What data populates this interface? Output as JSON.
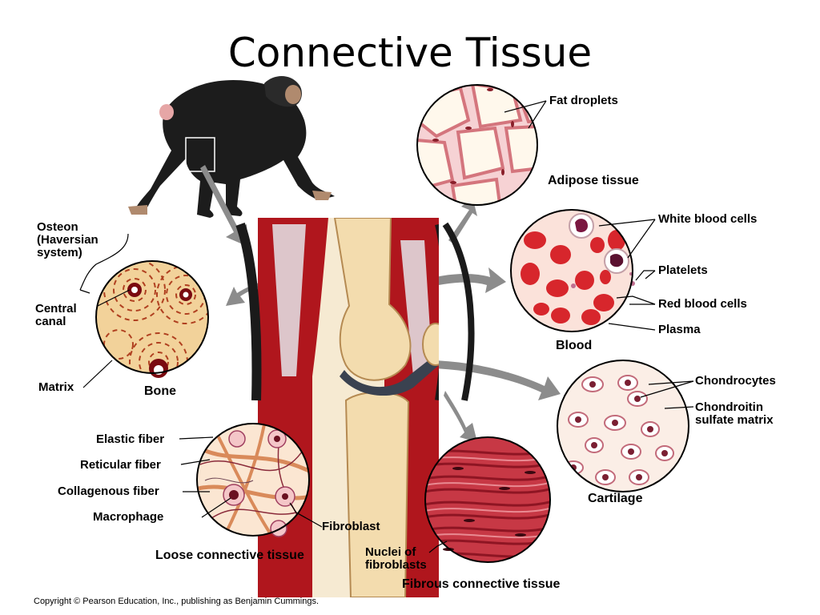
{
  "title": "Connective Tissue",
  "labels": {
    "fat_droplets": "Fat droplets",
    "adipose_tissue": "Adipose tissue",
    "white_blood_cells": "White blood cells",
    "platelets": "Platelets",
    "red_blood_cells": "Red blood cells",
    "plasma": "Plasma",
    "blood": "Blood",
    "osteon": "Osteon\n(Haversian\nsystem)",
    "central_canal": "Central\ncanal",
    "matrix": "Matrix",
    "bone": "Bone",
    "chondrocytes": "Chondrocytes",
    "chondroitin": "Chondroitin\nsulfate matrix",
    "cartilage": "Cartilage",
    "elastic_fiber": "Elastic fiber",
    "reticular_fiber": "Reticular fiber",
    "collagenous_fiber": "Collagenous fiber",
    "macrophage": "Macrophage",
    "fibroblast": "Fibroblast",
    "loose_connective": "Loose connective tissue",
    "nuclei_fibroblasts": "Nuclei of\nfibroblasts",
    "fibrous_connective": "Fibrous connective tissue"
  },
  "copyright": "Copyright © Pearson Education, Inc., publishing as Benjamin Cummings.",
  "colors": {
    "outline": "#000000",
    "arrow": "#8c8c8c",
    "muscle": "#b0161d",
    "bone": "#f3dcae",
    "cartilage_bg": "#fbeee6",
    "adipose_wall": "#e79aa0",
    "blood_bg": "#fbe2da",
    "rbc": "#d7262c"
  }
}
